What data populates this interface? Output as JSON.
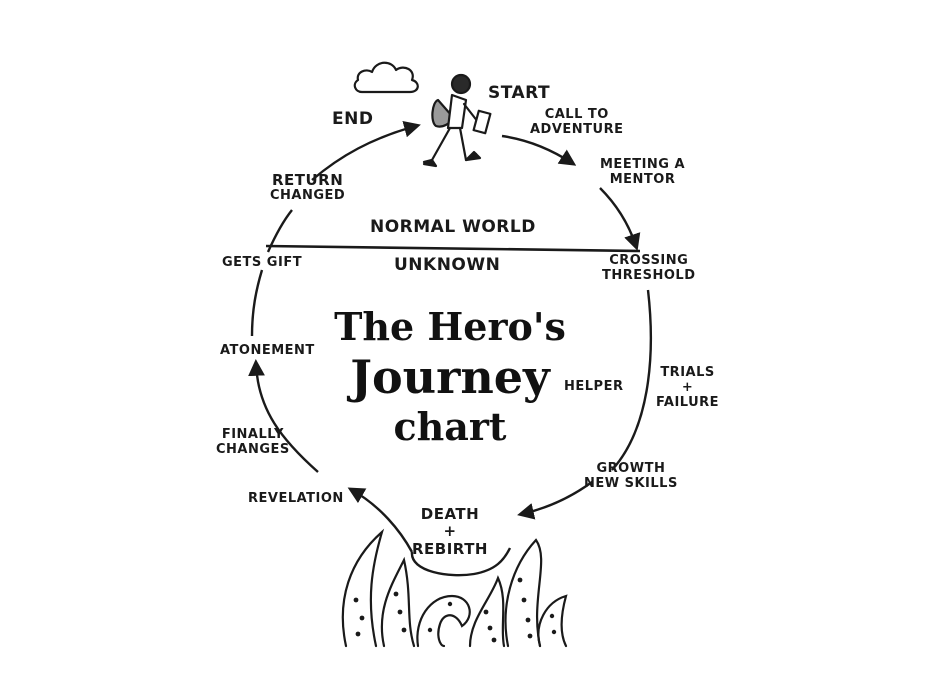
{
  "diagram": {
    "title_line1": "The Hero's",
    "title_line2": "Journey",
    "title_line3": "chart",
    "labels": {
      "start": "START",
      "end": "END",
      "call_to_adventure_1": "CALL TO",
      "call_to_adventure_2": "ADVENTURE",
      "meeting_mentor_1": "MEETING A",
      "meeting_mentor_2": "MENTOR",
      "crossing_threshold_1": "CROSSING",
      "crossing_threshold_2": "THRESHOLD",
      "trials_1": "TRIALS",
      "trials_2": "+",
      "trials_3": "FAILURE",
      "helper": "HELPER",
      "growth_1": "GROWTH",
      "growth_2": "NEW SKILLS",
      "death_1": "DEATH",
      "death_2": "+",
      "death_3": "REBIRTH",
      "revelation": "REVELATION",
      "finally_changes_1": "FINALLY",
      "finally_changes_2": "CHANGES",
      "atonement": "ATONEMENT",
      "gets_gift": "GETS GIFT",
      "return_changed_1": "RETURN",
      "return_changed_2": "CHANGED",
      "normal_world": "NORMAL WORLD",
      "unknown": "UNKNOWN"
    },
    "ink_color": "#1a1a1a",
    "shade_color": "#9a9a9a"
  }
}
